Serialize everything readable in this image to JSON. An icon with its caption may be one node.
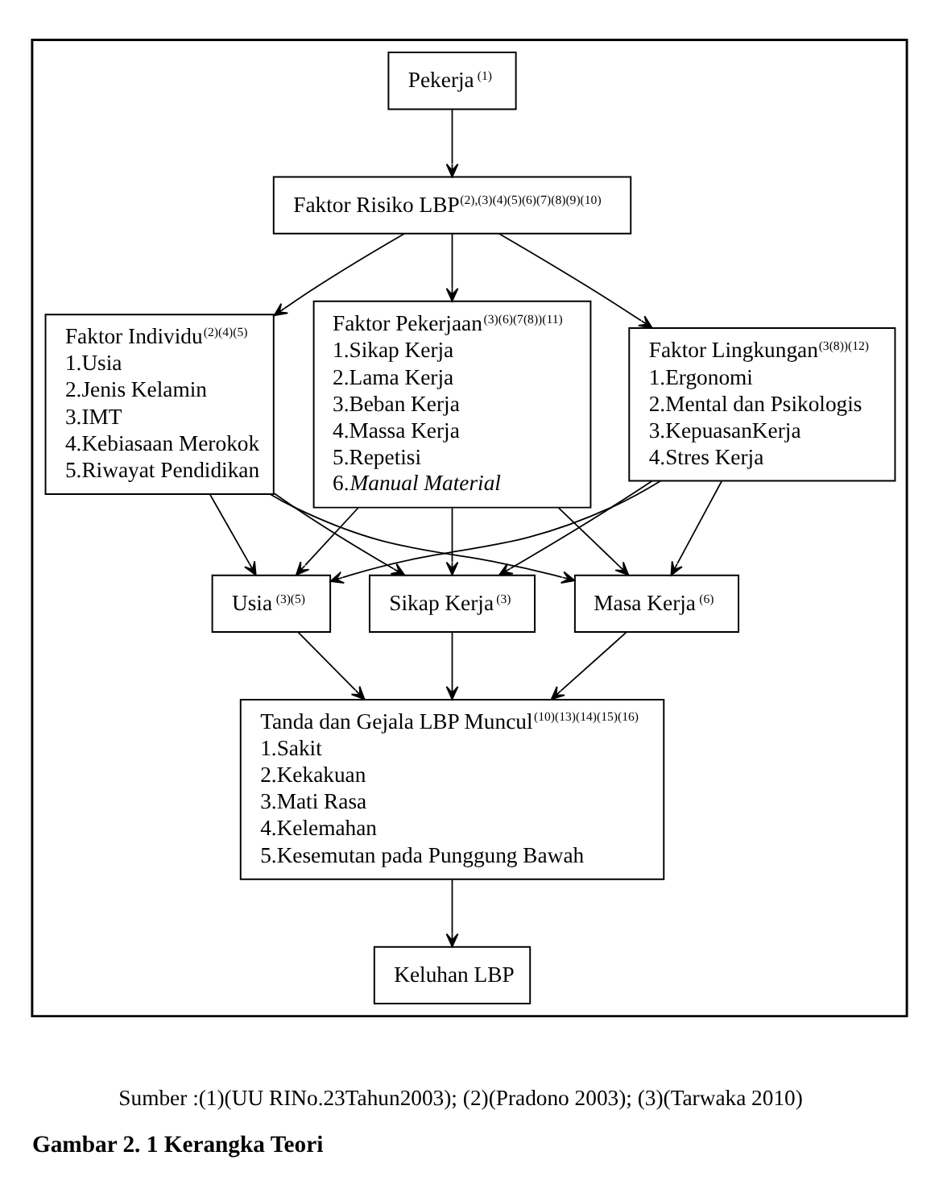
{
  "diagram": {
    "caption": "Gambar 2. 1 Kerangka Teori",
    "nodes": [
      {
        "text": [],
        "shape": "box"
      },
      {
        "text": [
          "Pekerja$^{(1)}$"
        ],
        "in": 0
      },
      {
        "text": [
          "Faktor Risiko LBP$^{(2),(3)(4)(5)(6)(7)(8)(9)(10)}$"
        ],
        "in": 0
      },
      {
        "text": [
          "Faktor Individu$^{(2)(4)(5)}$",
          "1.Usia",
          "2.Jenis Kelamin",
          "3.IMT",
          "4.Kebiasaan Merokok",
          "5.Riwayat Pendidikan"
        ],
        "in": 0
      },
      {
        "text": [
          "Faktor Pekerjaan$^{(3)(6)(7(8))(11)}$",
          "1.Sikap Kerja",
          "2.Lama Kerja",
          "3.Beban Kerja",
          "4.Massa Kerja",
          "5.Repetisi",
          "6.*Manual Material*"
        ],
        "in": 0
      },
      {
        "text": [
          "Faktor Lingkungan$^{(3(8))(12)}$",
          "1.Ergonomi",
          "2.Mental dan Psikologis",
          "3.KepuasanKerja",
          "4.Stres Kerja"
        ],
        "in": 0
      },
      {
        "text": [
          "Usia$^{(3)(5)}$"
        ],
        "in": 0
      },
      {
        "text": [
          "Sikap Kerja$^{(3)}$"
        ],
        "in": 0
      },
      {
        "text": [
          "Masa Kerja$^{(6)}$"
        ],
        "in": 0
      },
      {
        "text": [
          "Tanda dan Gejala LBP Muncul$^{(10)(13)(14)(15)(16)}$",
          "1.Sakit",
          "2.Kekakuan",
          "3.Mati Rasa",
          "4.Kelemahan",
          "5.Kesemutan pada Punggung Bawah"
        ],
        "in": 0
      },
      {
        "text": [
          "Keluhan LBP"
        ],
        "in": 0
      }
    ],
    "edges": [
      {
        "from": 1,
        "to": 2,
        "arrow": "to"
      },
      {
        "from": 2,
        "to": 3,
        "arrow": "to"
      },
      {
        "from": 2,
        "to": 4,
        "arrow": "to"
      },
      {
        "from": 2,
        "to": 5,
        "arrow": "to"
      },
      {
        "from": 3,
        "to": 6,
        "arrow": "to"
      },
      {
        "from": 3,
        "to": 7,
        "arrow": "to"
      },
      {
        "from": 3,
        "to": 8,
        "arrow": "to"
      },
      {
        "from": 4,
        "to": 6,
        "arrow": "to"
      },
      {
        "from": 4,
        "to": 7,
        "arrow": "to"
      },
      {
        "from": 4,
        "to": 8,
        "arrow": "to"
      },
      {
        "from": 5,
        "to": 6,
        "arrow": "to"
      },
      {
        "from": 5,
        "to": 7,
        "arrow": "to"
      },
      {
        "from": 5,
        "to": 8,
        "arrow": "to"
      },
      {
        "from": 6,
        "to": 9,
        "arrow": "to"
      },
      {
        "from": 7,
        "to": 9,
        "arrow": "to"
      },
      {
        "from": 8,
        "to": 9,
        "arrow": "to"
      },
      {
        "from": 9,
        "to": 10,
        "arrow": "to"
      }
    ],
    "labels": [
      "Sumber :(1)(UU RINo.23Tahun2003); (2)(Pradono 2003); (3)(Tarwaka 2010)"
    ]
  }
}
